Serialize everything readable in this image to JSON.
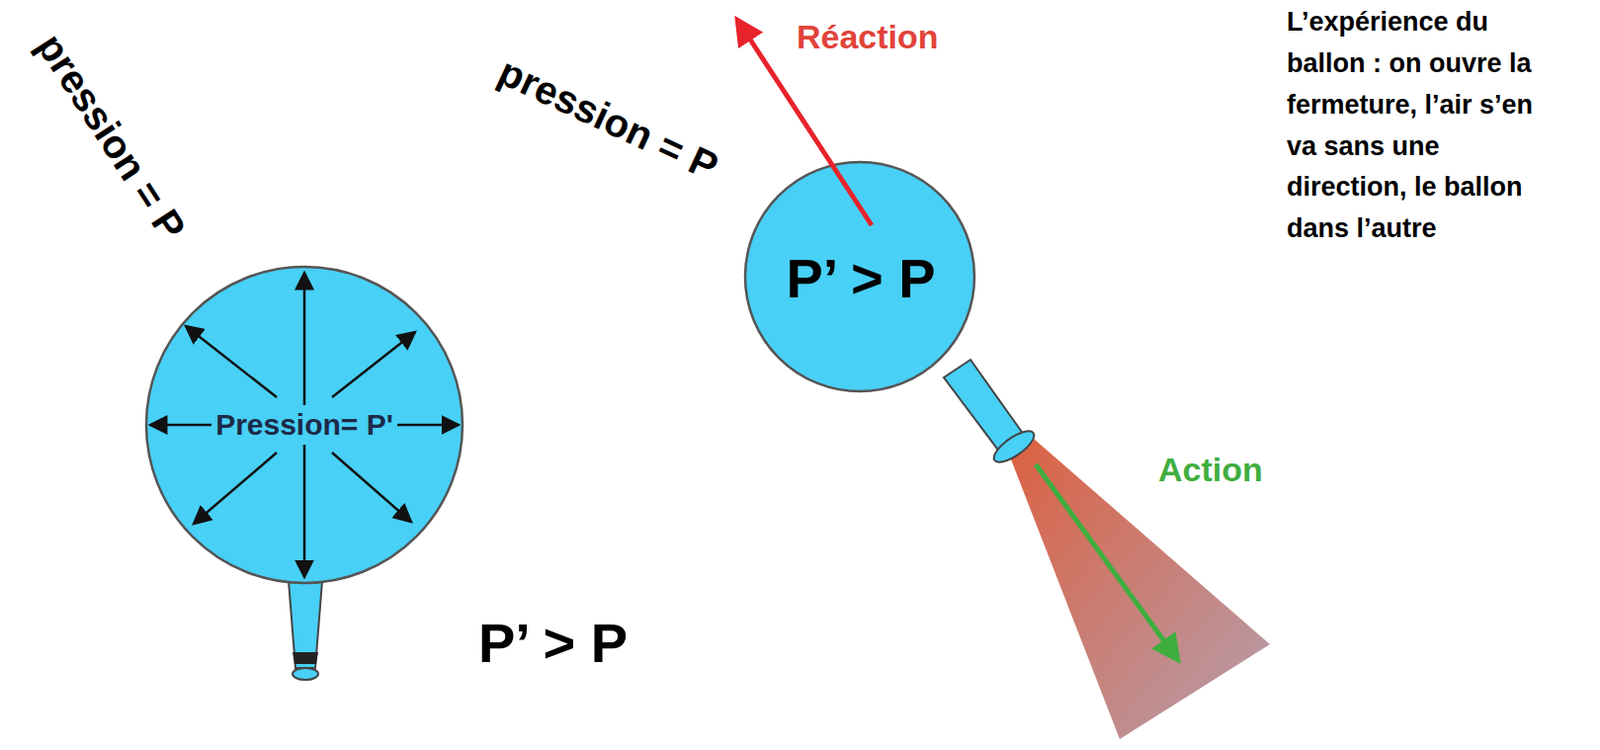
{
  "diagram": {
    "nodes": [
      {
        "text": [
          "Pression= P'"
        ]
      },
      {
        "text": [
          "P’ > P"
        ]
      }
    ],
    "labels": [
      "pression = P",
      "pression = P",
      "Réaction",
      "L’expérience du ballon : on ouvre la fermeture, l’air s’en va sans une direction, le ballon dans l’autre",
      "Action",
      "P’ > P"
    ]
  }
}
